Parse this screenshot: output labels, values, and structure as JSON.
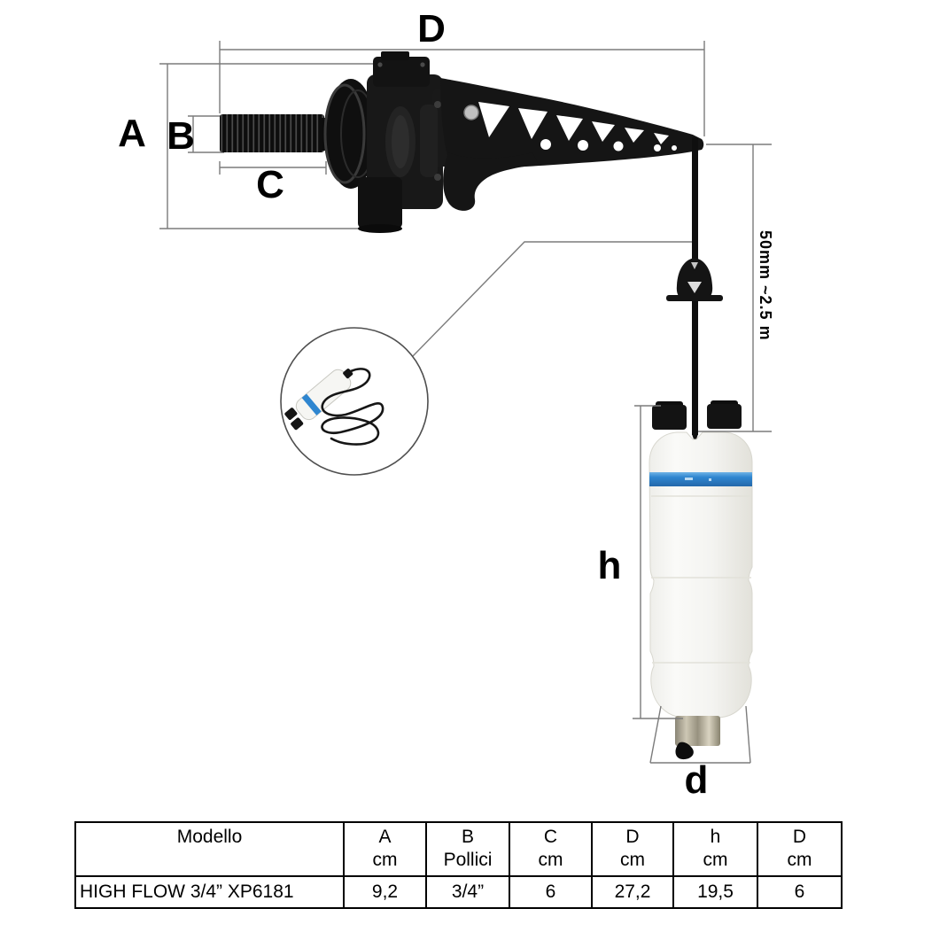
{
  "diagram": {
    "labels": {
      "dim_d": "D",
      "dim_a": "A",
      "dim_b": "B",
      "dim_c": "C",
      "dim_h": "h",
      "dim_d_small": "d",
      "cord_length": "50mm ~2.5 m"
    },
    "colors": {
      "dimension_line": "#7b7b7b",
      "valve_black": "#161616",
      "float_stripe": "#2f86d0",
      "table_border": "#000000"
    }
  },
  "table": {
    "headers": [
      {
        "line1": "Modello",
        "line2": ""
      },
      {
        "line1": "A",
        "line2": "cm"
      },
      {
        "line1": "B",
        "line2": "Pollici"
      },
      {
        "line1": "C",
        "line2": "cm"
      },
      {
        "line1": "D",
        "line2": "cm"
      },
      {
        "line1": "h",
        "line2": "cm"
      },
      {
        "line1": "D",
        "line2": "cm"
      }
    ],
    "rows": [
      [
        "HIGH FLOW 3/4” XP6181",
        "9,2",
        "3/4”",
        "6",
        "27,2",
        "19,5",
        "6"
      ]
    ]
  }
}
